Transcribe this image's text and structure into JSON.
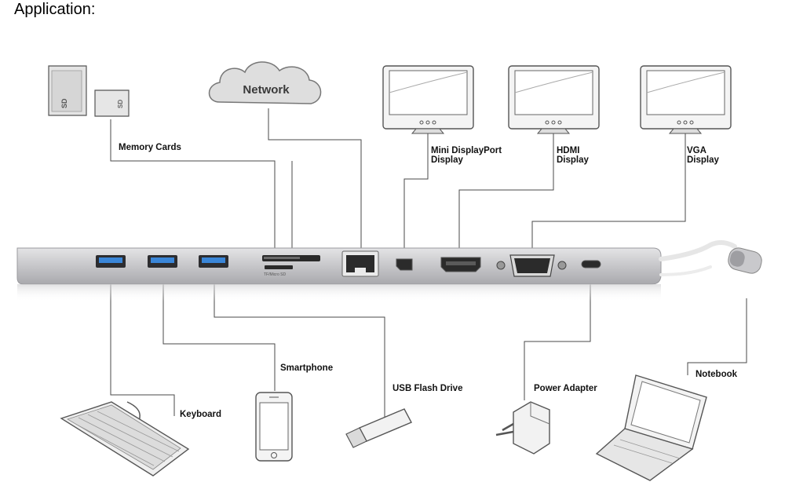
{
  "title": "Application:",
  "network_label": "Network",
  "labels": {
    "memory_cards": "Memory Cards",
    "mini_dp": [
      "Mini DisplayPort",
      "Display"
    ],
    "hdmi": [
      "HDMI",
      "Display"
    ],
    "vga": [
      "VGA",
      "Display"
    ],
    "keyboard": "Keyboard",
    "smartphone": "Smartphone",
    "usb_flash": "USB Flash Drive",
    "power_adapter": "Power Adapter",
    "notebook": "Notebook"
  },
  "device_marks": {
    "sd_card": "SD",
    "micro_sd": "SD",
    "card_slot_caption": "TF/Micro SD"
  }
}
